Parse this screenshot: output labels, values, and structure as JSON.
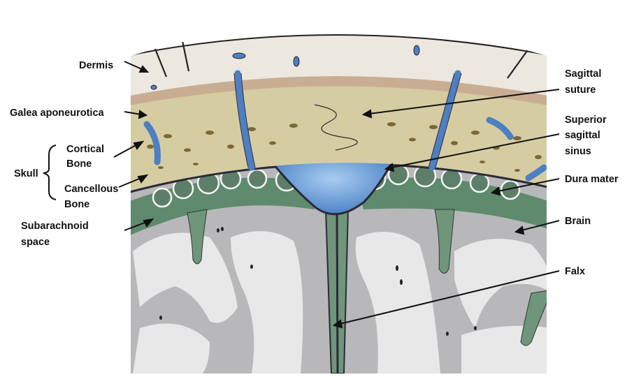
{
  "labels": {
    "dermis": "Dermis",
    "galea": "Galea aponeurotica",
    "cortical_1": "Cortical",
    "cortical_2": "Bone",
    "skull": "Skull",
    "cancellous_1": "Cancellous",
    "cancellous_2": "Bone",
    "subarachnoid_1": "Subarachnoid",
    "subarachnoid_2": "space",
    "sagittal_suture_1": "Sagittal",
    "sagittal_suture_2": "suture",
    "sss_1": "Superior",
    "sss_2": "sagittal",
    "sss_3": "sinus",
    "dura": "Dura mater",
    "brain": "Brain",
    "falx": "Falx"
  },
  "colors": {
    "skin": "#ece8e0",
    "galea": "#cdb49a",
    "bone": "#d8cfa6",
    "bone_dots": "#7e6a36",
    "venous_blue": "#5a8fd0",
    "sinus_blue": "#6aa2e0",
    "dura_dark": "#2a2a38",
    "arachnoid_green": "#5d7e68",
    "gray_matter": "#b9b9bb",
    "white_matter": "#eaeaea",
    "line": "#111111"
  }
}
